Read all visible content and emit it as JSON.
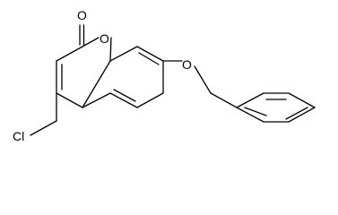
{
  "molecule": {
    "atoms": {
      "carbonyl_oxygen": "O",
      "ring_oxygen": "O",
      "ether_oxygen": "O",
      "chlorine": "Cl"
    },
    "colors": {
      "bond": "#000000",
      "label": "#000000",
      "background": "#ffffff"
    }
  }
}
